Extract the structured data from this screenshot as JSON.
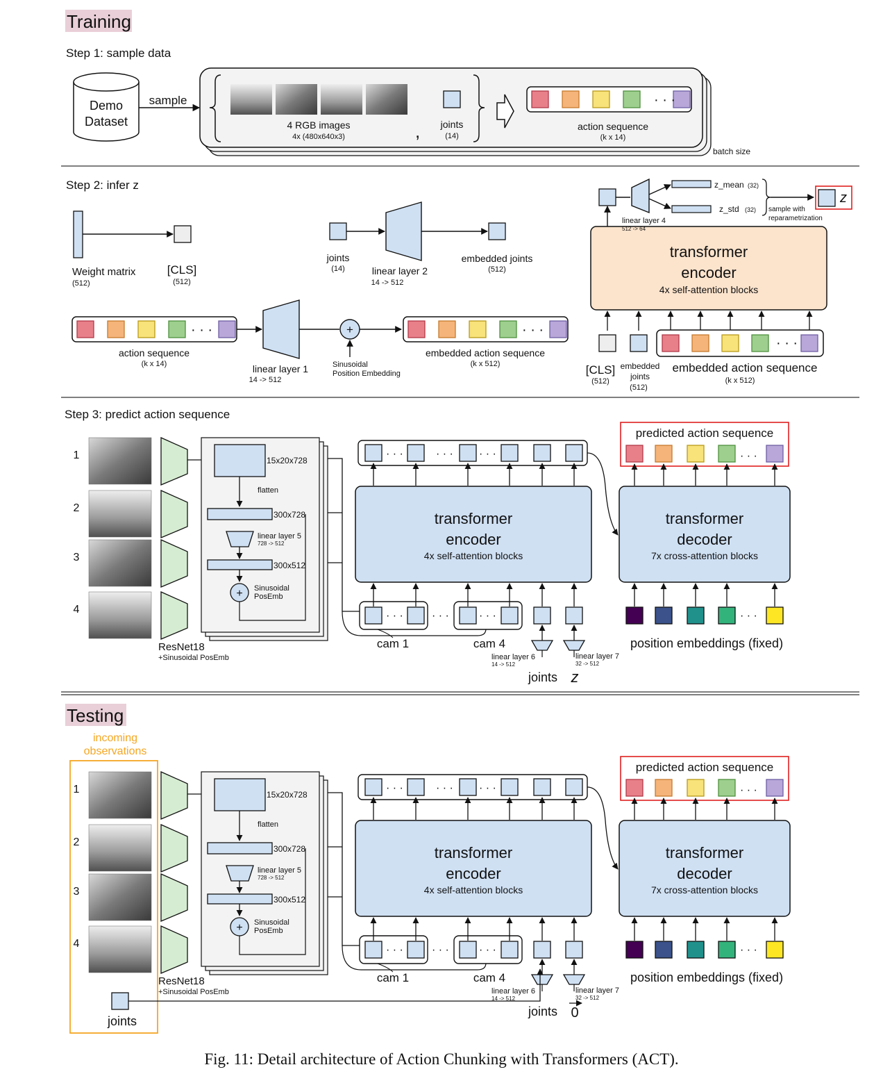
{
  "training": {
    "title": "Training",
    "step1": {
      "title": "Step 1: sample data",
      "dataset_line1": "Demo",
      "dataset_line2": "Dataset",
      "sample_label": "sample",
      "images_label": "4 RGB images",
      "images_dim": "4x (480x640x3)",
      "comma": ",",
      "joints_label": "joints",
      "joints_dim": "(14)",
      "action_label": "action sequence",
      "action_dim": "(k x 14)",
      "batch_label": "batch size"
    },
    "step2": {
      "title": "Step 2: infer z",
      "weight_label": "Weight matrix",
      "weight_dim": "(512)",
      "cls_label": "[CLS]",
      "cls_dim": "(512)",
      "joints_label": "joints",
      "joints_dim": "(14)",
      "linear2_label": "linear layer 2",
      "linear2_dim": "14 -> 512",
      "emb_joints_label": "embedded joints",
      "emb_joints_dim": "(512)",
      "action_label": "action sequence",
      "action_dim": "(k x 14)",
      "linear1_label": "linear layer 1",
      "linear1_dim": "14 -> 512",
      "sinusoidal_line1": "Sinusoidal",
      "sinusoidal_line2": "Position Embedding",
      "emb_action_label": "embedded action sequence",
      "emb_action_dim": "(k x 512)",
      "linear4_label": "linear layer 4",
      "linear4_dim": "512 -> 64",
      "z_mean_label": "z_mean",
      "z_mean_dim": "(32)",
      "z_std_label": "z_std",
      "z_std_dim": "(32)",
      "sample_line1": "sample with",
      "sample_line2": "reparametrization",
      "z_symbol": "z",
      "encoder_line1": "transformer",
      "encoder_line2": "encoder",
      "encoder_sub": "4x self-attention blocks",
      "cls_bottom_label": "[CLS]",
      "cls_bottom_dim": "(512)",
      "ej_line1": "embedded",
      "ej_line2": "joints",
      "ej_dim": "(512)",
      "eas_label": "embedded action sequence",
      "eas_dim": "(k x 512)"
    },
    "step3": {
      "title": "Step 3: predict action sequence",
      "z_symbol": "z"
    }
  },
  "testing": {
    "title": "Testing",
    "incoming_line1": "incoming",
    "incoming_line2": "observations",
    "joints_label": "joints",
    "zero_symbol": "0"
  },
  "shared": {
    "cam_numbers": [
      "1",
      "2",
      "3",
      "4"
    ],
    "resnet_label": "ResNet18",
    "resnet_sub": "+Sinusoidal PosEmb",
    "feat1": "15x20x728",
    "flatten": "flatten",
    "feat2": "300x728",
    "linear5_label": "linear layer 5",
    "linear5_dim": "728 -> 512",
    "feat3": "300x512",
    "posemb_line1": "Sinusoidal",
    "posemb_line2": "PosEmb",
    "encoder_line1": "transformer",
    "encoder_line2": "encoder",
    "encoder_sub": "4x self-attention blocks",
    "decoder_line1": "transformer",
    "decoder_line2": "decoder",
    "decoder_sub": "7x cross-attention blocks",
    "cam1_label": "cam 1",
    "cam4_label": "cam 4",
    "linear6_label": "linear layer 6",
    "linear6_dim": "14 -> 512",
    "linear7_label": "linear layer 7",
    "linear7_dim": "32 -> 512",
    "joints_label": "joints",
    "pred_label": "predicted action sequence",
    "posemb_fixed": "position embeddings (fixed)"
  },
  "colors": {
    "action": [
      "#e8808a",
      "#f5b47a",
      "#f8e27a",
      "#9ecf8f",
      "#b8a7d8"
    ],
    "action_stroke": [
      "#b03a48",
      "#c67a2e",
      "#b89a1a",
      "#4f8f3e",
      "#6f5ea3"
    ],
    "viridis": [
      "#440154",
      "#3b528b",
      "#21918c",
      "#33b37c",
      "#fde725"
    ],
    "token": "#cfe0f3",
    "encoder_train": "#fbe3cc",
    "transformer": "#cfe0f3",
    "resnet": "#d6ecd2",
    "highlight_label": "#e9cfd8",
    "incoming": "#f5a623",
    "red": "#e02020"
  },
  "caption": "Fig. 11: Detail architecture of Action Chunking with Transformers (ACT)."
}
